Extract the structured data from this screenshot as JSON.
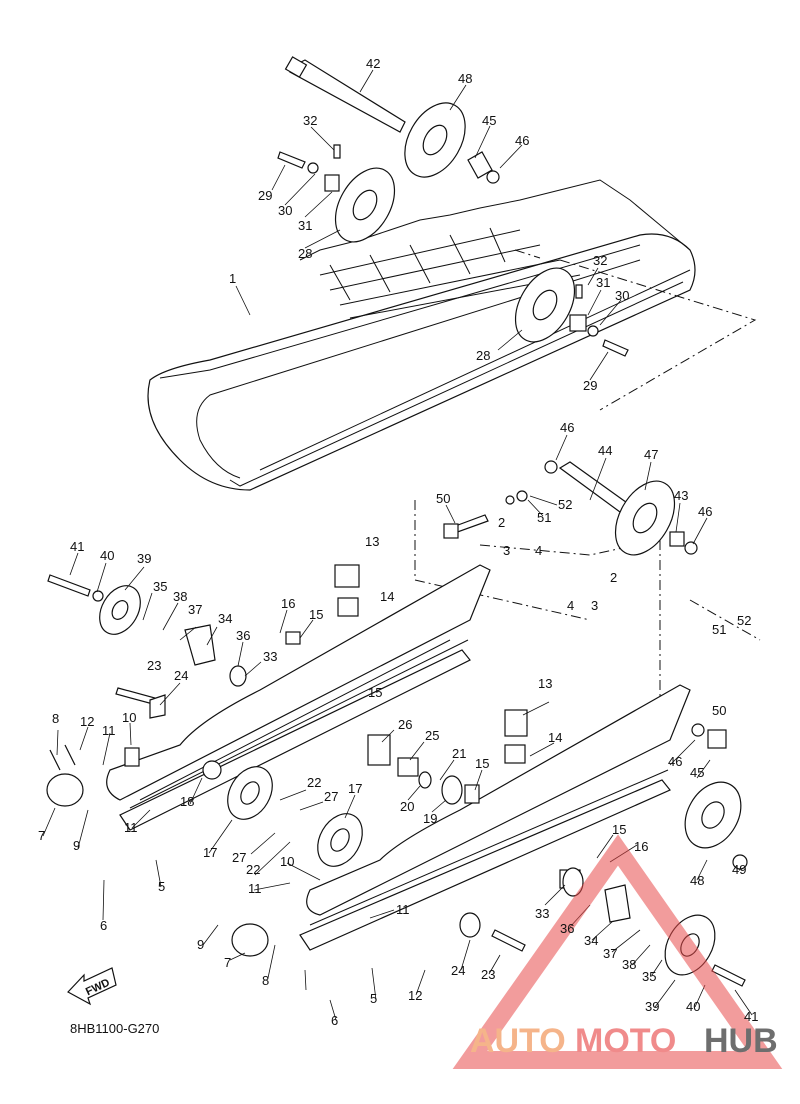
{
  "diagram": {
    "reference_code": "8HB1100-G270",
    "fwd_label": "FWD",
    "watermark": {
      "part1": "AUTO",
      "part2": "MOTO",
      "part3": "HUB",
      "colors": {
        "auto": "#f5b48a",
        "moto": "#f08b8b",
        "hub": "#6e6e6e",
        "triangle": "#e84a4a"
      }
    },
    "callouts": [
      {
        "id": "c42",
        "label": "42"
      },
      {
        "id": "c48a",
        "label": "48"
      },
      {
        "id": "c45a",
        "label": "45"
      },
      {
        "id": "c46a",
        "label": "46"
      },
      {
        "id": "c32a",
        "label": "32"
      },
      {
        "id": "c29a",
        "label": "29"
      },
      {
        "id": "c30a",
        "label": "30"
      },
      {
        "id": "c31a",
        "label": "31"
      },
      {
        "id": "c28a",
        "label": "28"
      },
      {
        "id": "c1",
        "label": "1"
      },
      {
        "id": "c32b",
        "label": "32"
      },
      {
        "id": "c31b",
        "label": "31"
      },
      {
        "id": "c30b",
        "label": "30"
      },
      {
        "id": "c28b",
        "label": "28"
      },
      {
        "id": "c29b",
        "label": "29"
      },
      {
        "id": "c46b",
        "label": "46"
      },
      {
        "id": "c44",
        "label": "44"
      },
      {
        "id": "c47",
        "label": "47"
      },
      {
        "id": "c50a",
        "label": "50"
      },
      {
        "id": "c52a",
        "label": "52"
      },
      {
        "id": "c51a",
        "label": "51"
      },
      {
        "id": "c43",
        "label": "43"
      },
      {
        "id": "c46c",
        "label": "46"
      },
      {
        "id": "c2a",
        "label": "2"
      },
      {
        "id": "c3a",
        "label": "3"
      },
      {
        "id": "c4a",
        "label": "4"
      },
      {
        "id": "c41a",
        "label": "41"
      },
      {
        "id": "c40a",
        "label": "40"
      },
      {
        "id": "c39a",
        "label": "39"
      },
      {
        "id": "c35a",
        "label": "35"
      },
      {
        "id": "c38a",
        "label": "38"
      },
      {
        "id": "c37a",
        "label": "37"
      },
      {
        "id": "c34a",
        "label": "34"
      },
      {
        "id": "c36a",
        "label": "36"
      },
      {
        "id": "c16a",
        "label": "16"
      },
      {
        "id": "c15a",
        "label": "15"
      },
      {
        "id": "c13a",
        "label": "13"
      },
      {
        "id": "c14a",
        "label": "14"
      },
      {
        "id": "c33a",
        "label": "33"
      },
      {
        "id": "c23a",
        "label": "23"
      },
      {
        "id": "c24a",
        "label": "24"
      },
      {
        "id": "c2b",
        "label": "2"
      },
      {
        "id": "c4b",
        "label": "4"
      },
      {
        "id": "c3b",
        "label": "3"
      },
      {
        "id": "c52b",
        "label": "52"
      },
      {
        "id": "c51b",
        "label": "51"
      },
      {
        "id": "c50b",
        "label": "50"
      },
      {
        "id": "c15b",
        "label": "15"
      },
      {
        "id": "c8a",
        "label": "8"
      },
      {
        "id": "c12a",
        "label": "12"
      },
      {
        "id": "c10a",
        "label": "10"
      },
      {
        "id": "c11a",
        "label": "11"
      },
      {
        "id": "c26",
        "label": "26"
      },
      {
        "id": "c25",
        "label": "25"
      },
      {
        "id": "c13b",
        "label": "13"
      },
      {
        "id": "c14b",
        "label": "14"
      },
      {
        "id": "c46d",
        "label": "46"
      },
      {
        "id": "c45b",
        "label": "45"
      },
      {
        "id": "c21",
        "label": "21"
      },
      {
        "id": "c15c",
        "label": "15"
      },
      {
        "id": "c20",
        "label": "20"
      },
      {
        "id": "c19",
        "label": "19"
      },
      {
        "id": "c22a",
        "label": "22"
      },
      {
        "id": "c27a",
        "label": "27"
      },
      {
        "id": "c18",
        "label": "18"
      },
      {
        "id": "c7a",
        "label": "7"
      },
      {
        "id": "c9a",
        "label": "9"
      },
      {
        "id": "c11b",
        "label": "11"
      },
      {
        "id": "c17a",
        "label": "17"
      },
      {
        "id": "c17b",
        "label": "17"
      },
      {
        "id": "c27b",
        "label": "27"
      },
      {
        "id": "c22b",
        "label": "22"
      },
      {
        "id": "c5a",
        "label": "5"
      },
      {
        "id": "c6a",
        "label": "6"
      },
      {
        "id": "c15d",
        "label": "15"
      },
      {
        "id": "c16b",
        "label": "16"
      },
      {
        "id": "c10b",
        "label": "10"
      },
      {
        "id": "c11c",
        "label": "11"
      },
      {
        "id": "c11d",
        "label": "11"
      },
      {
        "id": "c48b",
        "label": "48"
      },
      {
        "id": "c49",
        "label": "49"
      },
      {
        "id": "c33b",
        "label": "33"
      },
      {
        "id": "c36b",
        "label": "36"
      },
      {
        "id": "c34b",
        "label": "34"
      },
      {
        "id": "c9b",
        "label": "9"
      },
      {
        "id": "c7b",
        "label": "7"
      },
      {
        "id": "c8b",
        "label": "8"
      },
      {
        "id": "c37b",
        "label": "37"
      },
      {
        "id": "c38b",
        "label": "38"
      },
      {
        "id": "c35b",
        "label": "35"
      },
      {
        "id": "c24b",
        "label": "24"
      },
      {
        "id": "c23b",
        "label": "23"
      },
      {
        "id": "c12b",
        "label": "12"
      },
      {
        "id": "c5b",
        "label": "5"
      },
      {
        "id": "c6b",
        "label": "6"
      },
      {
        "id": "c39b",
        "label": "39"
      },
      {
        "id": "c40b",
        "label": "40"
      },
      {
        "id": "c41b",
        "label": "41"
      }
    ]
  }
}
